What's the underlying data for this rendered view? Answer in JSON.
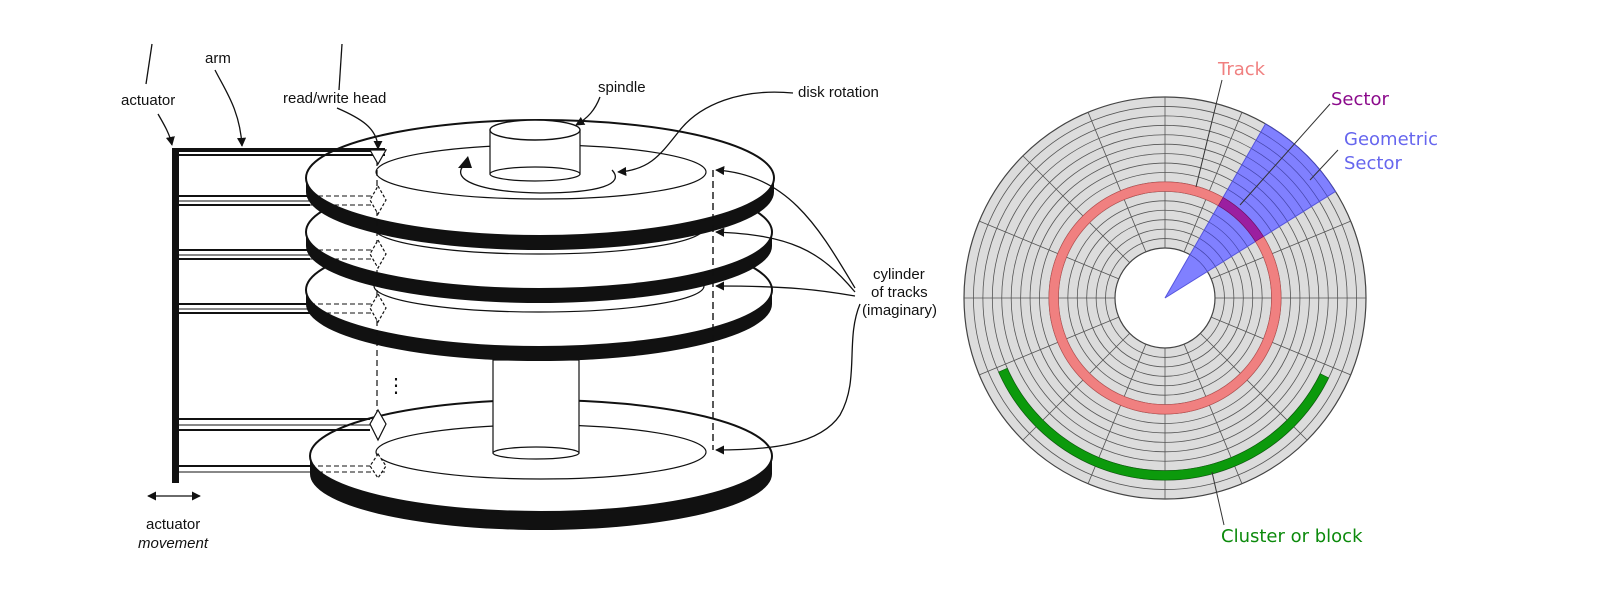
{
  "left_diagram": {
    "labels": {
      "arm": "arm",
      "actuator": "actuator",
      "read_write_head": "read/write head",
      "spindle": "spindle",
      "disk_rotation": "disk rotation",
      "cylinder_line1": "cylinder",
      "cylinder_line2": "of tracks",
      "cylinder_line3": "(imaginary)",
      "actuator_movement_line1": "actuator",
      "actuator_movement_line2": "movement"
    }
  },
  "right_diagram": {
    "labels": {
      "track": "Track",
      "sector": "Sector",
      "geometric_sector_line1": "Geometric",
      "geometric_sector_line2": "Sector",
      "cluster": "Cluster or block"
    },
    "colors": {
      "disk_fill": "#dcdcdc",
      "track": "#f08080",
      "sector": "#9b1fa0",
      "geometric_sector": "#8080ff",
      "cluster": "#0c9a0c",
      "track_label": "#f08080",
      "sector_label": "#8b0a8b",
      "geometric_label": "#6666ee",
      "cluster_label": "#0c8a0c"
    }
  }
}
